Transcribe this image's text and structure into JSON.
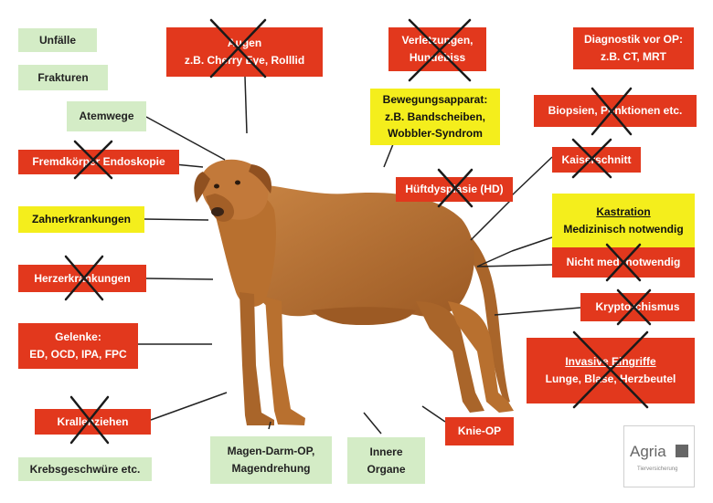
{
  "labels": {
    "unfaelle": "Unfälle",
    "frakturen": "Frakturen",
    "atemwege": "Atemwege",
    "fremdkoerper": "Fremdkörper Endoskopie",
    "zahnerkrankungen": "Zahnerkrankungen",
    "herzerkrankungen": "Herzerkrankungen",
    "gelenke_1": "Gelenke:",
    "gelenke_2": "ED, OCD, IPA, FPC",
    "krallenziehen": "Krallenziehen",
    "krebsgeschwuere": "Krebsgeschwüre etc.",
    "augen_1": "Augen",
    "augen_2": "z.B. Cherry Eye, Rolllid",
    "verletzungen_1": "Verletzungen,",
    "verletzungen_2": "Hundebiss",
    "bewegung_1": "Bewegungsapparat:",
    "bewegung_2": "z.B. Bandscheiben,",
    "bewegung_3": "Wobbler-Syndrom",
    "diagnostik_1": "Diagnostik vor OP:",
    "diagnostik_2": "z.B. CT, MRT",
    "biopsien": "Biopsien, Punktionen etc.",
    "kaiserschnitt": "Kaiserschnitt",
    "hueftdysplasie": "Hüftdysplasie (HD)",
    "kastration_1": "Kastration",
    "kastration_2": "Medizinisch notwendig",
    "nicht_med": "Nicht med. notwendig",
    "kryptorchismus": "Kryptorchismus",
    "invasive_1": "Invasive Eingriffe",
    "invasive_2": "Lunge, Blase, Herzbeutel",
    "knie_op": "Knie-OP",
    "magen_1": "Magen-Darm-OP,",
    "magen_2": "Magendrehung",
    "innere_1": "Innere",
    "innere_2": "Organe"
  },
  "logo": {
    "wordmark": "Agria",
    "subtitle": "Tierversicherung"
  },
  "colors": {
    "red": "#e2381d",
    "green": "#d4ecc6",
    "yellow": "#f4ee1c",
    "dog": "#b8702f",
    "cross": "#1a1a1a"
  }
}
